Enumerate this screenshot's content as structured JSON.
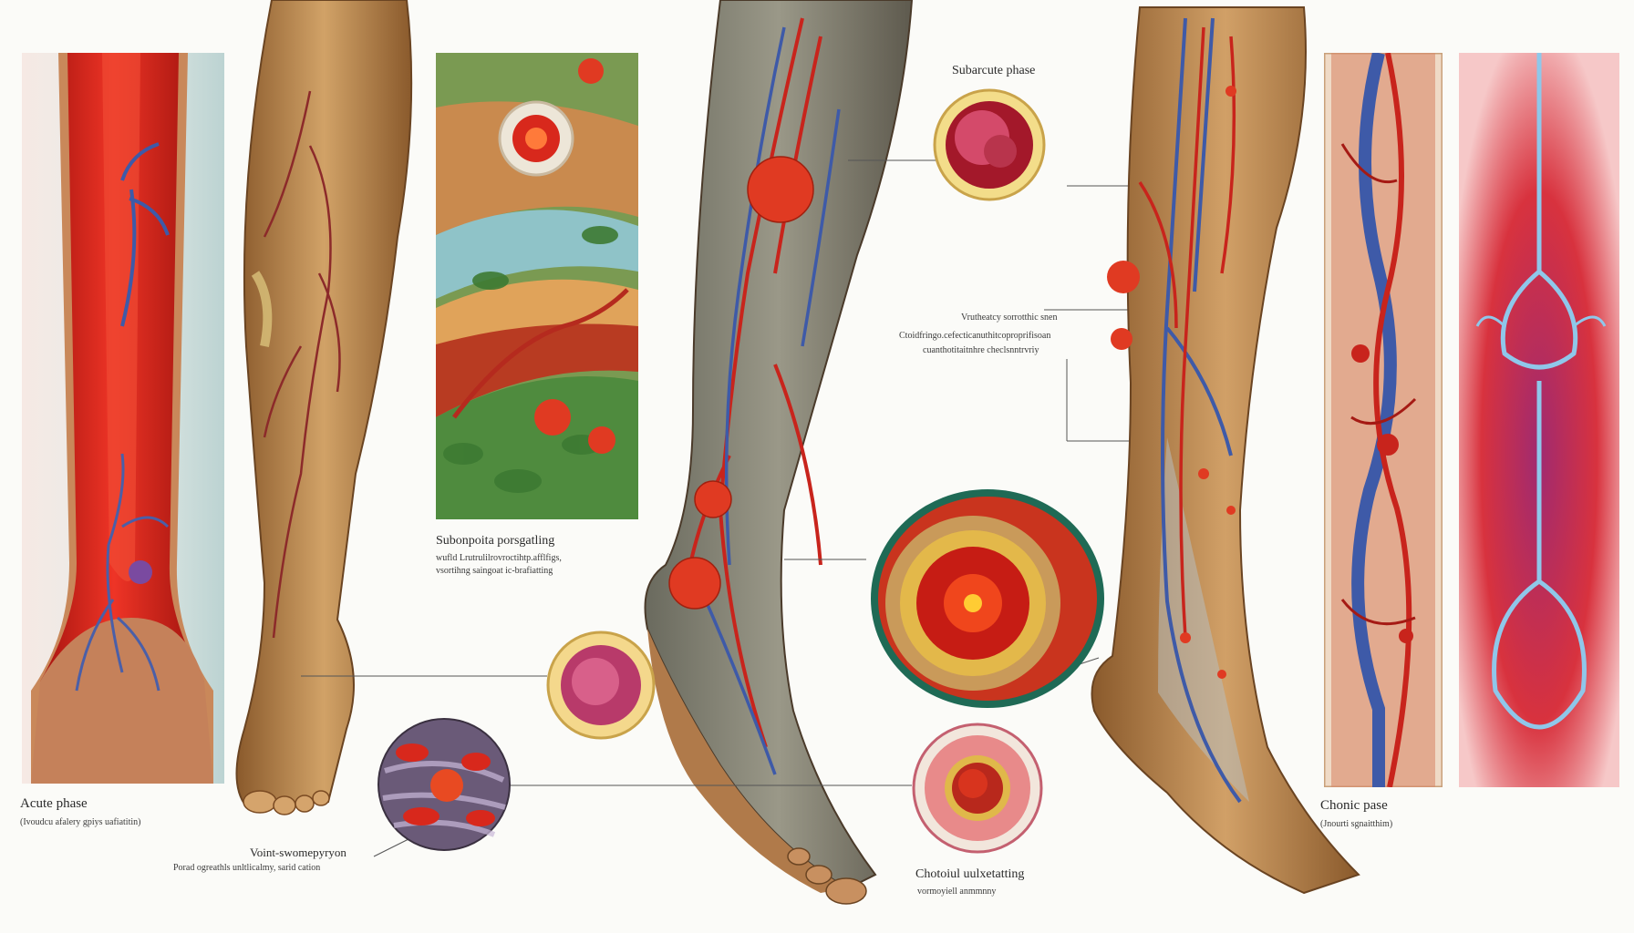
{
  "labels": {
    "acute_title": "Acute phase",
    "acute_sub": "(Ivoudcu afalery gpiys uafiatitin)",
    "subacute_title": "Subarcute phase",
    "subponit_title": "Subonpoita porsgatling",
    "subponit_sub_1": "wufld Lrutrulilrovroctihtp.afflfigs,",
    "subponit_sub_2": "vsortihng saingoat ic-brafiatting",
    "voint_title": "Voint-swomepyryon",
    "voint_sub": "Porad ogreathls unltlicalmy, sarid cation",
    "mid_note_1": "Vrutheatcy sorrotthic snen",
    "mid_note_2": "Ctoidfringo.cefecticanuthitcoproprifisoan",
    "mid_note_3": "cuanthotitaitnhre checlsnntrvriy",
    "chotoid_title": "Chotoiul uulxetatting",
    "chotoid_sub": "vormoyiell anmmnny",
    "chronic_title": "Chonic pase",
    "chronic_sub": "(Jnourti sgnaitthim)"
  },
  "colors": {
    "blood": "#d01f1b",
    "vein": "#3e5aa8",
    "skin": "#b98650",
    "clot": "#e03a22",
    "background": "#fbfbf8"
  }
}
